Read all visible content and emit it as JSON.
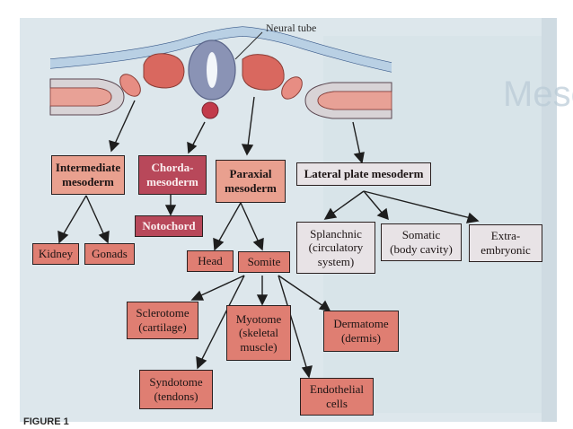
{
  "diagram": {
    "neural_tube_label": "Neural tube",
    "germ_layers": {
      "intermediate": "Intermediate\nmesoderm",
      "chorda": "Chorda-\nmesoderm",
      "paraxial": "Paraxial\nmesoderm",
      "lateral": "Lateral plate mesoderm"
    },
    "intermediate_children": {
      "kidney": "Kidney",
      "gonads": "Gonads"
    },
    "chorda_child": "Notochord",
    "paraxial_children": {
      "head": "Head",
      "somite": "Somite"
    },
    "lateral_children": {
      "splanchnic": "Splanchnic\n(circulatory\nsystem)",
      "somatic": "Somatic\n(body cavity)",
      "extra": "Extra-\nembryonic"
    },
    "somite_children": {
      "sclerotome": "Sclerotome\n(cartilage)",
      "myotome": "Myotome\n(skeletal\nmuscle)",
      "dermatome": "Dermatome\n(dermis)",
      "syndotome": "Syndotome\n(tendons)",
      "endothelial": "Endothelial\ncells"
    },
    "figure_caption_fragment": "FIGURE 1"
  },
  "colors": {
    "header_box": "#e9a08f",
    "chordamesoderm": "#b8485a",
    "derivative_box": "#df7e72",
    "lateral_box": "#e8e3e6",
    "neural_tube": "#8a93b5",
    "somite_shape": "#d9685f",
    "background_page": "#dde7ec"
  }
}
